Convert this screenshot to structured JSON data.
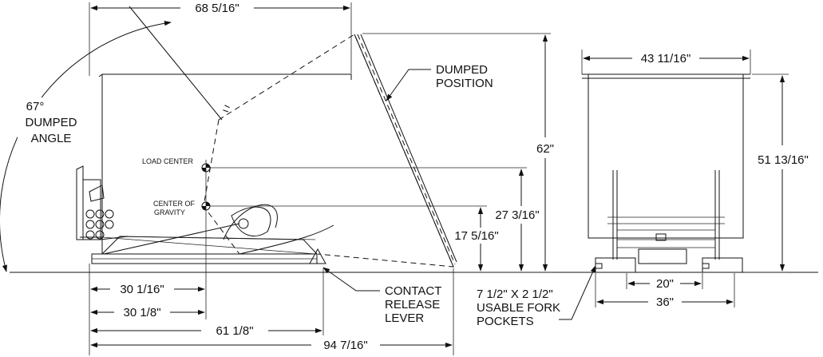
{
  "dimensions": {
    "overall_length_dumped": "68 5/16\"",
    "dumped_angle": [
      "67°",
      "DUMPED",
      "ANGLE"
    ],
    "dumped_height": "62\"",
    "load_center_height": "27 3/16\"",
    "center_gravity_height": "17 5/16\"",
    "width_top": "43 11/16\"",
    "overall_height": "51 13/16\"",
    "pocket_spacing_inner": "20\"",
    "pocket_spacing_outer": "36\"",
    "dist_load_center": "30 1/16\"",
    "dist_center_gravity": "30 1/8\"",
    "dist_release_lever": "61 1/8\"",
    "dist_dumped_tip": "94 7/16\""
  },
  "labels": {
    "dumped_position": [
      "DUMPED",
      "POSITION"
    ],
    "load_center": "LOAD CENTER",
    "center_of_gravity": [
      "CENTER OF",
      "GRAVITY"
    ],
    "contact_release_lever": [
      "CONTACT",
      "RELEASE",
      "LEVER"
    ],
    "fork_pockets": [
      "7 1/2\" X 2 1/2\"",
      "USABLE FORK",
      "POCKETS"
    ]
  }
}
